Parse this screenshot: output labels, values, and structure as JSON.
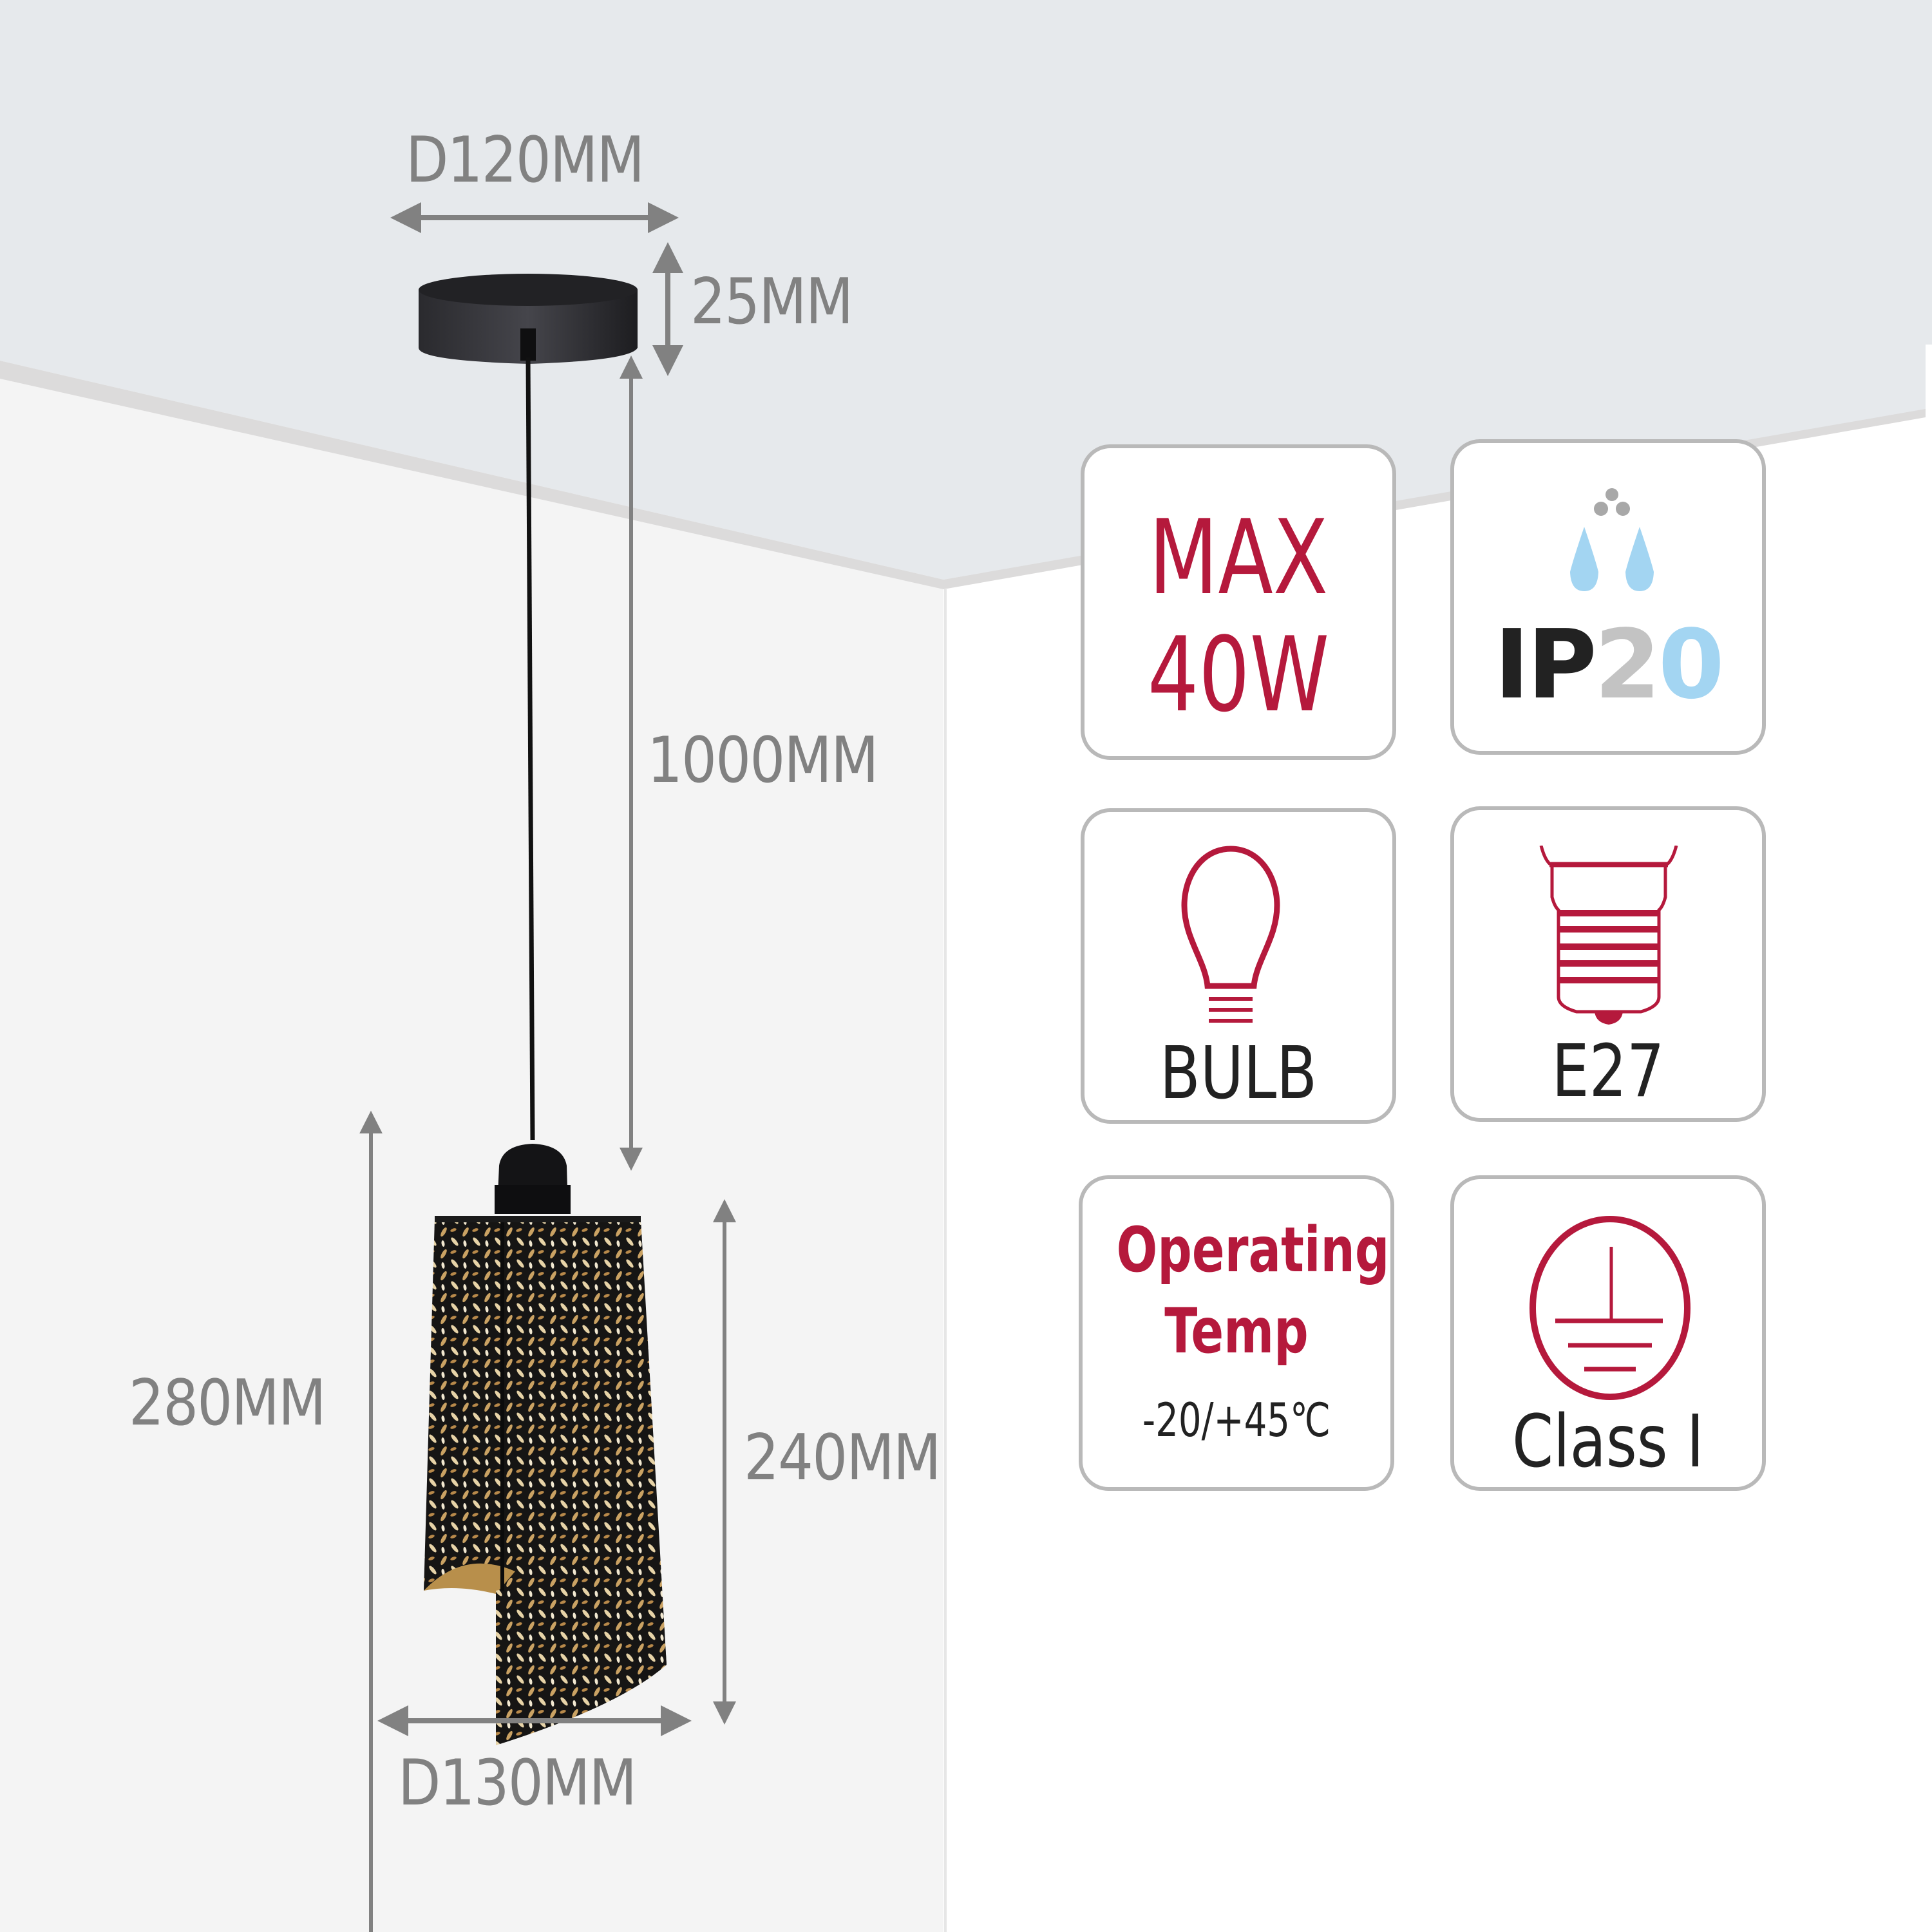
{
  "colors": {
    "ceiling": "#e6e9ec",
    "ceiling_edge": "#dcdbdb",
    "left_wall": "#f4f4f4",
    "right_wall": "#ffffff",
    "dimension_gray": "#818181",
    "accent_red": "#b5193c",
    "text_dark": "#222222",
    "card_border": "#b9b9b9",
    "water_blue": "#a3d5f2",
    "ip_gray": "#c3c3c3"
  },
  "dimensions": {
    "canopy_diameter": "D120MM",
    "canopy_height": "25MM",
    "cable_length": "1000MM",
    "total_shade_height": "280MM",
    "shade_height": "240MM",
    "shade_diameter": "D130MM"
  },
  "specs": [
    {
      "id": "max-wattage",
      "line1": "MAX",
      "line2": "40W",
      "icon": "none"
    },
    {
      "id": "ip-rating",
      "ip_prefix": "IP",
      "ip_digit1": "2",
      "ip_digit2": "0",
      "icon": "water-drops-icon"
    },
    {
      "id": "bulb",
      "label": "BULB",
      "icon": "bulb-icon"
    },
    {
      "id": "base",
      "label": "E27",
      "icon": "e27-socket-icon"
    },
    {
      "id": "operating-temp",
      "line1": "Operating",
      "line2": "Temp",
      "range": "-20/+45℃",
      "icon": "none"
    },
    {
      "id": "class",
      "label": "Class I",
      "icon": "earth-ground-icon"
    }
  ]
}
